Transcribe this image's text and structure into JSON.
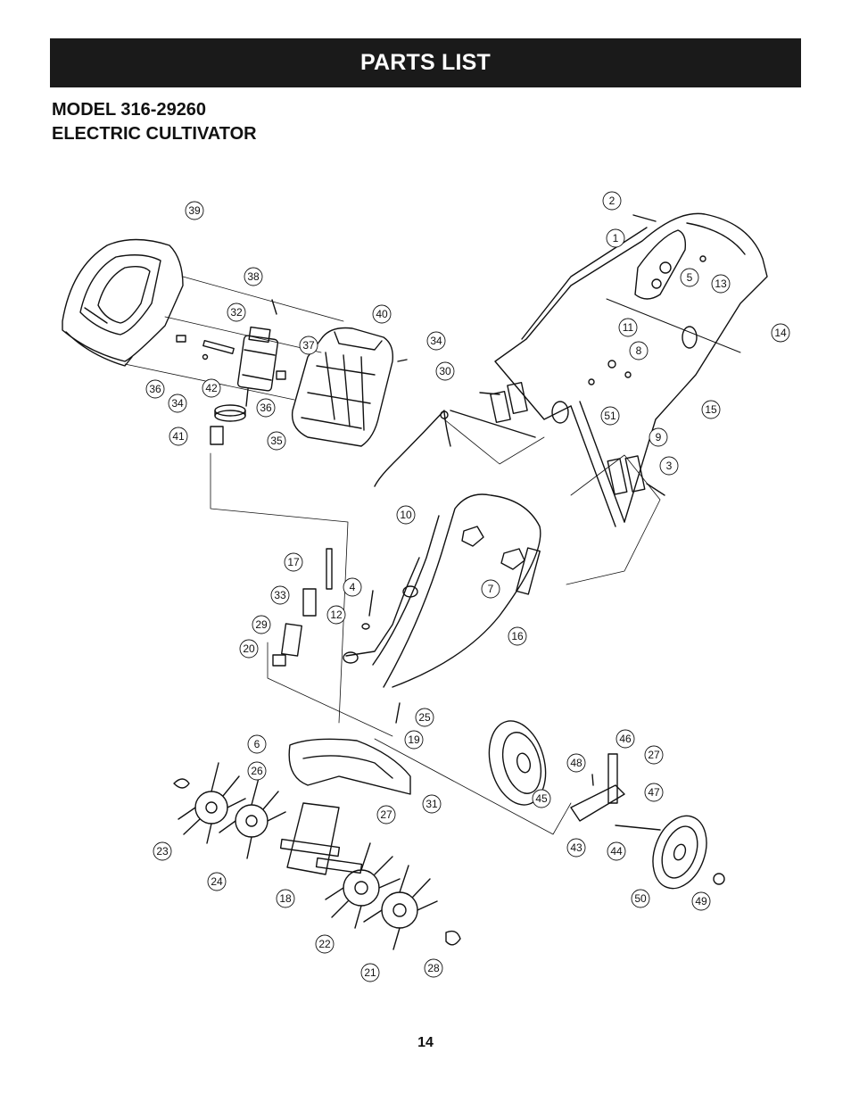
{
  "banner": {
    "title": "PARTS LIST"
  },
  "model": {
    "line1": "MODEL 316-29260",
    "line2": "ELECTRIC CULTIVATOR"
  },
  "callouts": [
    "39",
    "38",
    "32",
    "37",
    "40",
    "34",
    "36",
    "34",
    "42",
    "36",
    "41",
    "35",
    "30",
    "2",
    "1",
    "5",
    "13",
    "14",
    "11",
    "8",
    "51",
    "15",
    "9",
    "3",
    "10",
    "7",
    "16",
    "17",
    "33",
    "4",
    "12",
    "29",
    "20",
    "25",
    "19",
    "6",
    "26",
    "31",
    "27",
    "23",
    "24",
    "18",
    "22",
    "21",
    "28",
    "45",
    "46",
    "48",
    "27",
    "47",
    "43",
    "44",
    "50",
    "49"
  ],
  "footer": {
    "page": "14"
  }
}
